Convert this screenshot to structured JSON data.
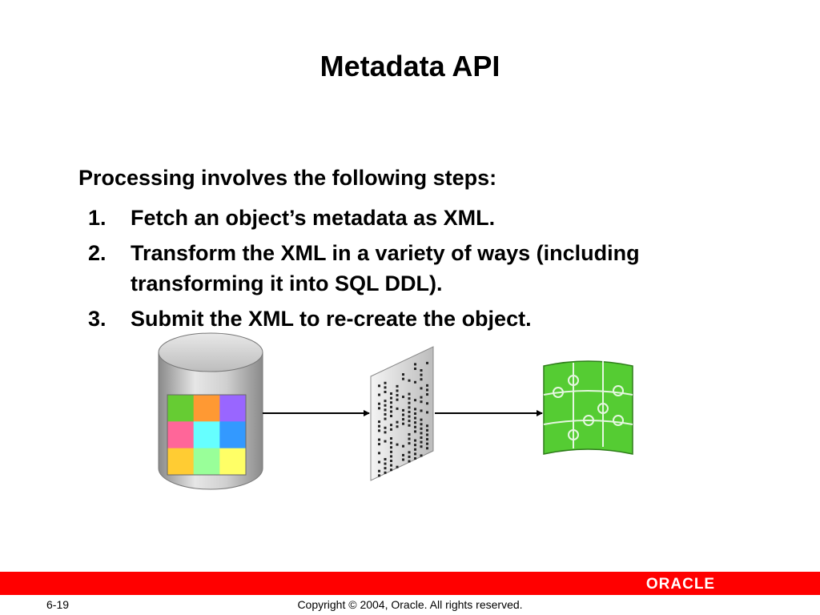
{
  "title": "Metadata API",
  "intro": "Processing involves the following steps:",
  "steps": [
    {
      "num": "1.",
      "lines": [
        "Fetch an object’s metadata as XML."
      ]
    },
    {
      "num": "2.",
      "lines": [
        "Transform the XML in a variety of ways (including",
        "transforming it into SQL DDL)."
      ]
    },
    {
      "num": "3.",
      "lines": [
        "Submit the XML to re-create the object."
      ]
    }
  ],
  "diagram": {
    "icons": [
      "database-icon",
      "xml-document-icon",
      "object-puzzle-icon"
    ],
    "puzzle_colors": [
      "#66cc33",
      "#ff9933",
      "#9966ff",
      "#ff6699",
      "#66ffff",
      "#3399ff",
      "#ffcc33",
      "#99ff99",
      "#ffff66"
    ],
    "object_color": "#55cc33"
  },
  "footer": {
    "logo_text": "ORACLE",
    "page_number": "6-19",
    "copyright": "Copyright © 2004, Oracle.  All rights reserved."
  }
}
